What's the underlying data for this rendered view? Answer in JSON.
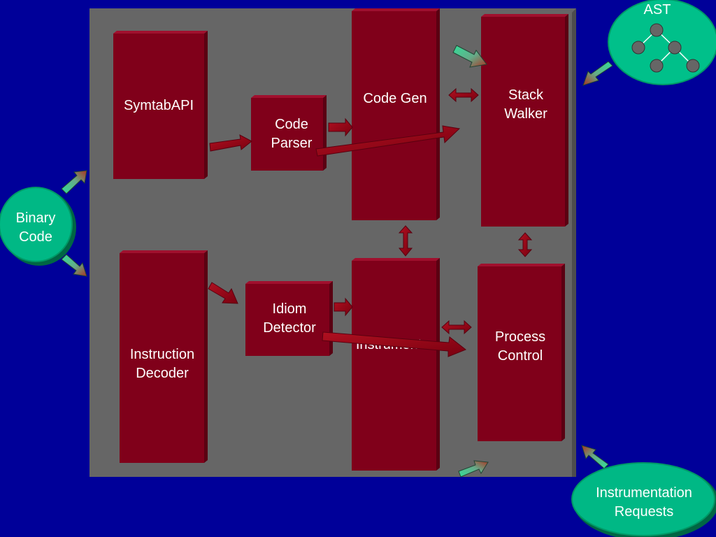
{
  "colors": {
    "background": "#000099",
    "panel": "#666666",
    "panel_edge": "#4d4d4d",
    "box": "#80001a",
    "box_side": "#5a0012",
    "box_top": "#a0102e",
    "ellipse": "#00b885",
    "ellipse_light": "#00cc99",
    "arrow_red": "#990000",
    "arrow_green": "#33cc99",
    "node": "#666666",
    "text": "#ffffff"
  },
  "boxes": {
    "symtab": {
      "line1": "SymtabAPI",
      "line2": ""
    },
    "code_parser": {
      "line1": "Code",
      "line2": "Parser"
    },
    "code_gen": {
      "line1": "Code Gen",
      "line2": ""
    },
    "stack_walker": {
      "line1": "Stack",
      "line2": "Walker"
    },
    "instruction_decoder": {
      "line1": "Instruction",
      "line2": "Decoder"
    },
    "idiom_detector": {
      "line1": "Idiom",
      "line2": "Detector"
    },
    "instrumenter": {
      "line1": "Instrumenter",
      "line2": ""
    },
    "process_control": {
      "line1": "Process",
      "line2": "Control"
    }
  },
  "ellipses": {
    "ast": {
      "label": "AST"
    },
    "binary_code": {
      "line1": "Binary",
      "line2": "Code"
    },
    "instrumentation_requests": {
      "line1": "Instrumentation",
      "line2": "Requests"
    }
  }
}
